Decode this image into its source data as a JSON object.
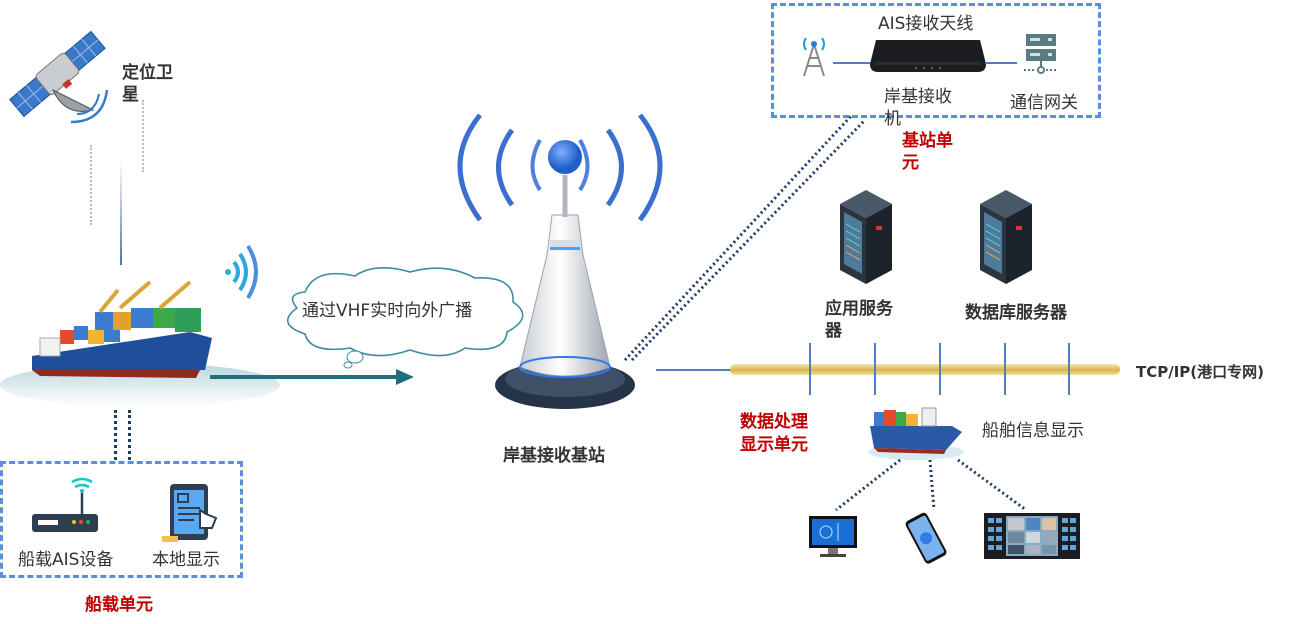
{
  "satellite": {
    "label_line1": "定位卫",
    "label_line2": "星"
  },
  "broadcast_bubble": {
    "text": "通过VHF实时向外广播"
  },
  "shore_station": {
    "label": "岸基接收基站"
  },
  "base_station_unit": {
    "box_title": "AIS接收天线",
    "receiver_line1": "岸基接收",
    "receiver_line2": "机",
    "gateway": "通信网关",
    "unit_label_line1": "基站单",
    "unit_label_line2": "元"
  },
  "servers": {
    "app_server_line1": "应用服务",
    "app_server_line2": "器",
    "db_server": "数据库服务器"
  },
  "network": {
    "label": "TCP/IP(港口专网)"
  },
  "data_unit": {
    "label_line1": "数据处理",
    "label_line2": "显示单元",
    "ship_info": "船舶信息显示"
  },
  "ship_unit": {
    "ais_device": "船载AIS设备",
    "local_display": "本地显示",
    "unit_label": "船载单元"
  },
  "colors": {
    "accent_red": "#c00000",
    "dash_blue": "#5b8fd6",
    "bus_gold": "#d9b44a",
    "arrow_teal": "#1f6f7f"
  }
}
